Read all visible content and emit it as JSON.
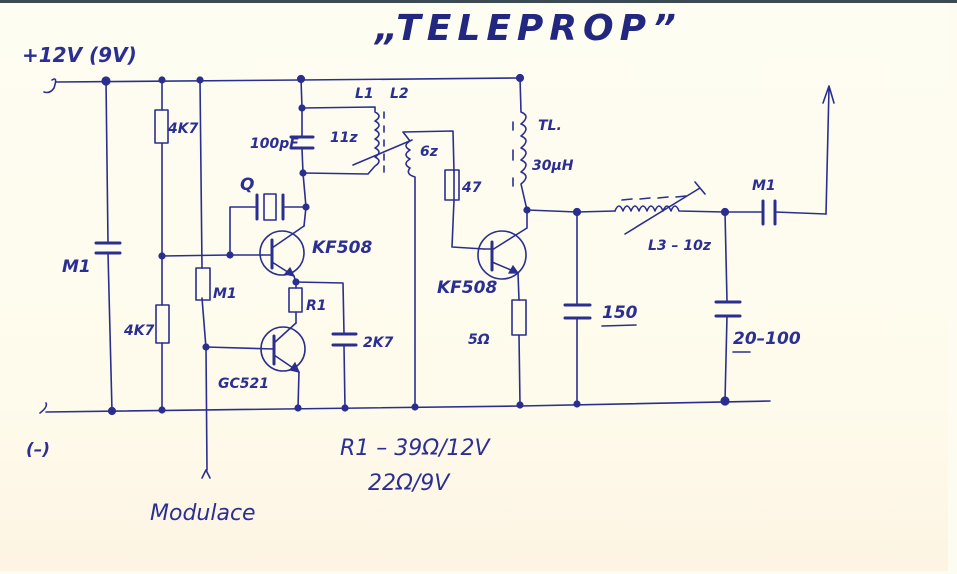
{
  "title": "„TELEPROP”",
  "supply": {
    "positive": "+12V (9V)",
    "negative": "(–)"
  },
  "components": {
    "c_supply": "M1",
    "r_bias_top": "4K7",
    "r_bias_bottom": "4K7",
    "r_mod": "M1",
    "c_tank": "100pF",
    "l1_label": "L1",
    "l2_label": "L2",
    "l1_turns": "11z",
    "l2_turns": "6z",
    "crystal": "Q",
    "osc_transistor": "KF508",
    "r1": "R1",
    "c_emitter": "2K7",
    "mod_transistor": "GC521",
    "r_base_pa": "47",
    "pa_transistor": "KF508",
    "r_emitter_pa": "5Ω",
    "choke_label": "TL.",
    "choke_value": "30μH",
    "c_filter": "150",
    "l3": "L3 – 10z",
    "c_output": "M1",
    "c_trimmer": "20–100"
  },
  "notes": {
    "r1_line1": "R1 – 39Ω/12V",
    "r1_line2": "22Ω/9V",
    "modulation": "Modulace"
  },
  "colors": {
    "ink": "#2a2f8f",
    "paper": "#fefcf0"
  }
}
